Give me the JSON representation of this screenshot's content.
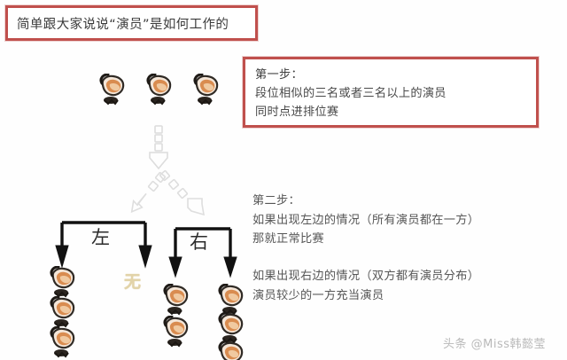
{
  "title_box": {
    "text": "简单跟大家说说“演员”是如何工作的",
    "border_color": "#c0504d"
  },
  "step1_box": {
    "border_color": "#c0504d",
    "lines": [
      "第一步：",
      "段位相似的三名或者三名以上的演员",
      "同时点进排位赛"
    ]
  },
  "step2_block_a": {
    "lines": [
      "第二步：",
      "如果出现左边的情况（所有演员都在一方）",
      "那就正常比赛"
    ]
  },
  "step2_block_b": {
    "lines": [
      "如果出现右边的情况（双方都有演员分布）",
      "演员较少的一方充当演员"
    ]
  },
  "diagram": {
    "top_players": [
      {
        "name": "player-icon-top-1"
      },
      {
        "name": "player-icon-top-2"
      },
      {
        "name": "player-icon-top-3"
      }
    ],
    "branch_left_label": "左",
    "branch_right_label": "右",
    "none_mark": "无",
    "none_color": "#e2d3a8",
    "left_group_players": 3,
    "left_group_empty_label": "无",
    "right_group_players_a": 2,
    "right_group_players_b": 3,
    "arrow_color": "#111111",
    "hollow_arrow_color": "#d7d7d7"
  },
  "watermark": {
    "text": "头条 @Miss韩懿莹"
  }
}
